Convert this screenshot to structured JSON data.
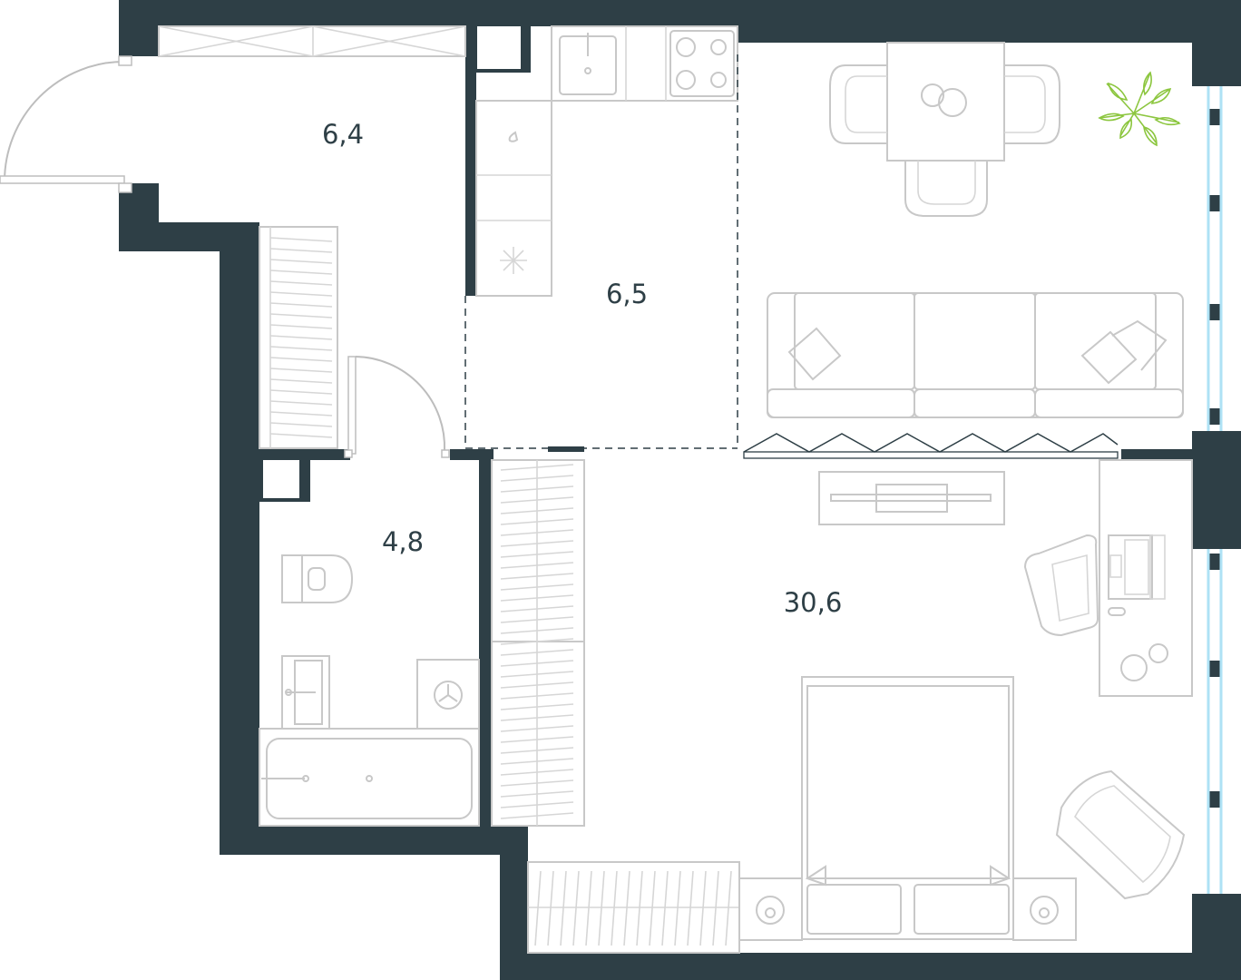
{
  "plan": {
    "wall_color": "#2e3f46",
    "furniture_color": "#c8c8c8",
    "plant_color": "#8cc63f",
    "rooms": [
      {
        "id": "hall",
        "area": "6,4"
      },
      {
        "id": "kitchen",
        "area": "6,5"
      },
      {
        "id": "bathroom",
        "area": "4,8"
      },
      {
        "id": "living",
        "area": "30,6"
      }
    ]
  }
}
